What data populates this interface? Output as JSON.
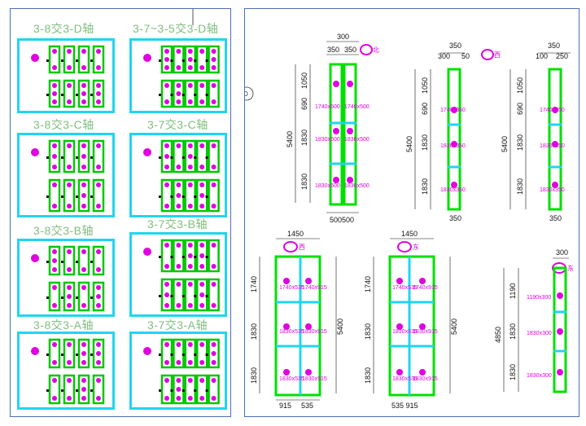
{
  "left_titles": [
    "3-8交3-D轴",
    "3-7~3-5交3-D轴",
    "3-8交3-C轴",
    "3-7交3-C轴",
    "3-8交3-B轴",
    "3-7交3-B轴",
    "3-8交3-A轴",
    "3-7交3-A轴"
  ],
  "d1": {
    "top_total": "300",
    "top_a": "350",
    "top_b": "350",
    "compass": "北",
    "left_total": "5400",
    "left_1": "1050",
    "left_2": "690",
    "left_3": "1830",
    "left_4": "1830",
    "lbl1a": "1740x500",
    "lbl1b": "1740x500",
    "lbl2a": "1830x500",
    "lbl2b": "1830x500",
    "lbl3a": "1830x500",
    "lbl3b": "1830x500",
    "bot": "500500"
  },
  "d2": {
    "top_total": "350",
    "top_a": "300",
    "top_b": "50",
    "compass": "西",
    "left_total": "5400",
    "left_1": "1050",
    "left_2": "690",
    "left_3": "1830",
    "left_4": "1830",
    "lbl1": "1740x350",
    "lbl2": "1830x350",
    "lbl3": "1830x350",
    "bot": "350"
  },
  "d3": {
    "top_total": "350",
    "top_a": "100",
    "top_b": "250",
    "left_total": "5400",
    "left_1": "1050",
    "left_2": "690",
    "left_3": "1830",
    "left_4": "1830",
    "lbl1": "1740x350",
    "lbl2": "1830x350",
    "lbl3": "1830x350",
    "bot": "350"
  },
  "d4": {
    "top": "1450",
    "compass": "西",
    "left_1": "1740",
    "left_2": "1830",
    "left_3": "1830",
    "right_total": "5400",
    "bot_a": "915",
    "bot_b": "535",
    "lbl1": "1740x535",
    "lbl2": "1740x915",
    "lbl3": "1830x535",
    "lbl4": "1830x915",
    "lbl5": "1830x535",
    "lbl6": "1830x915"
  },
  "d5": {
    "top": "1450",
    "compass": "东",
    "left_1": "1740",
    "left_2": "1830",
    "left_3": "1830",
    "right_total": "5400",
    "bot": "535 915",
    "lbl1": "1740x535",
    "lbl2": "1740x915",
    "lbl3": "1830x535",
    "lbl4": "1830x915",
    "lbl5": "1830x535",
    "lbl6": "1830x915"
  },
  "d6": {
    "top": "300",
    "compass": "东",
    "left_total": "4850",
    "left_1": "1190",
    "left_2": "1830",
    "left_3": "1830",
    "lbl1": "1190x300",
    "lbl2": "1830x300",
    "lbl3": "1830x300"
  },
  "colors": {
    "cyan": "#20d5f0",
    "green": "#00e000",
    "magenta": "#e000e0",
    "panel_border": "#4a6fb5",
    "title": "#7fbf7f"
  }
}
